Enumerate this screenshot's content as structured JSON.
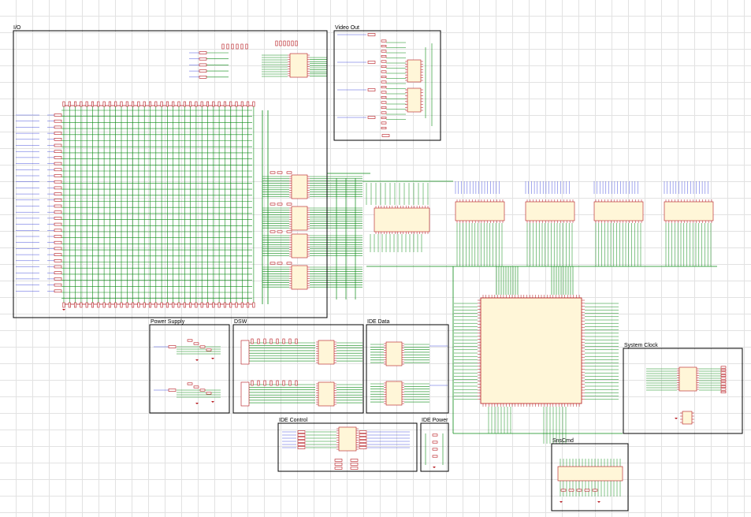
{
  "sheets": {
    "io": "I/O",
    "video_out": "Video Out",
    "power_supply": "Power Supply",
    "dsw": "DSW",
    "ide_data": "IDE Data",
    "system_clock": "System Clock",
    "ide_control": "IDE Control",
    "ide_power": "IDE Power",
    "snscmd": "SnsCmd"
  },
  "colors": {
    "wire": "#0a8a14",
    "frame": "#000000",
    "component": "#b5141b",
    "chip_fill": "#fff6d8",
    "label": "#1e2bd6",
    "grid": "#e2e2e2"
  }
}
